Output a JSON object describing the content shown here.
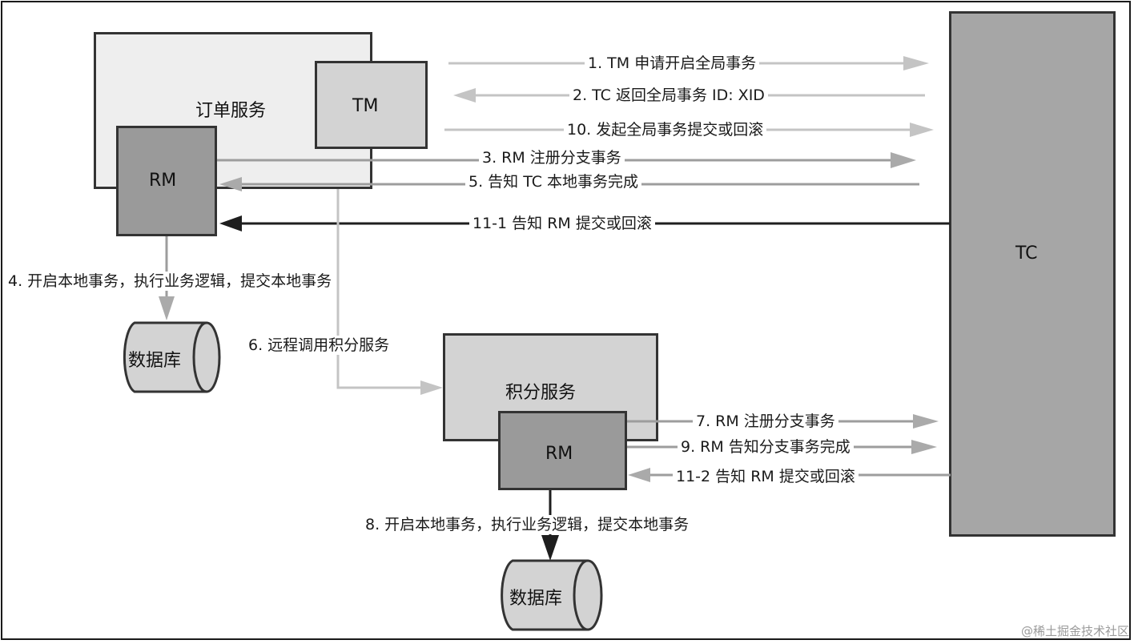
{
  "nodes": {
    "order_service": "订单服务",
    "tm": "TM",
    "rm_order": "RM",
    "tc": "TC",
    "db_order": "数据库",
    "points_service": "积分服务",
    "rm_points": "RM",
    "db_points": "数据库"
  },
  "steps": {
    "s1": "1. TM 申请开启全局事务",
    "s2": "2. TC 返回全局事务 ID: XID",
    "s10": "10.  发起全局事务提交或回滚",
    "s3": "3. RM 注册分支事务",
    "s5": "5.  告知 TC 本地事务完成",
    "s11_1": "11-1  告知 RM 提交或回滚",
    "s4": "4.  开启本地事务，执行业务逻辑，提交本地事务",
    "s6": "6.  远程调用积分服务",
    "s7": "7. RM 注册分支事务",
    "s9": "9. RM 告知分支事务完成",
    "s11_2": "11-2  告知 RM 提交或回滚",
    "s8": "8.  开启本地事务，执行业务逻辑，提交本地事务"
  },
  "watermark": "@稀土掘金技术社区",
  "colors": {
    "box_light": "#eeeeee",
    "box_mid": "#d3d3d3",
    "box_dark": "#9a9a9a",
    "tc_fill": "#a6a6a6",
    "arrow_light": "#c4c4c4",
    "arrow_mid": "#9d9d9d",
    "arrow_dark": "#1e1e1e"
  }
}
